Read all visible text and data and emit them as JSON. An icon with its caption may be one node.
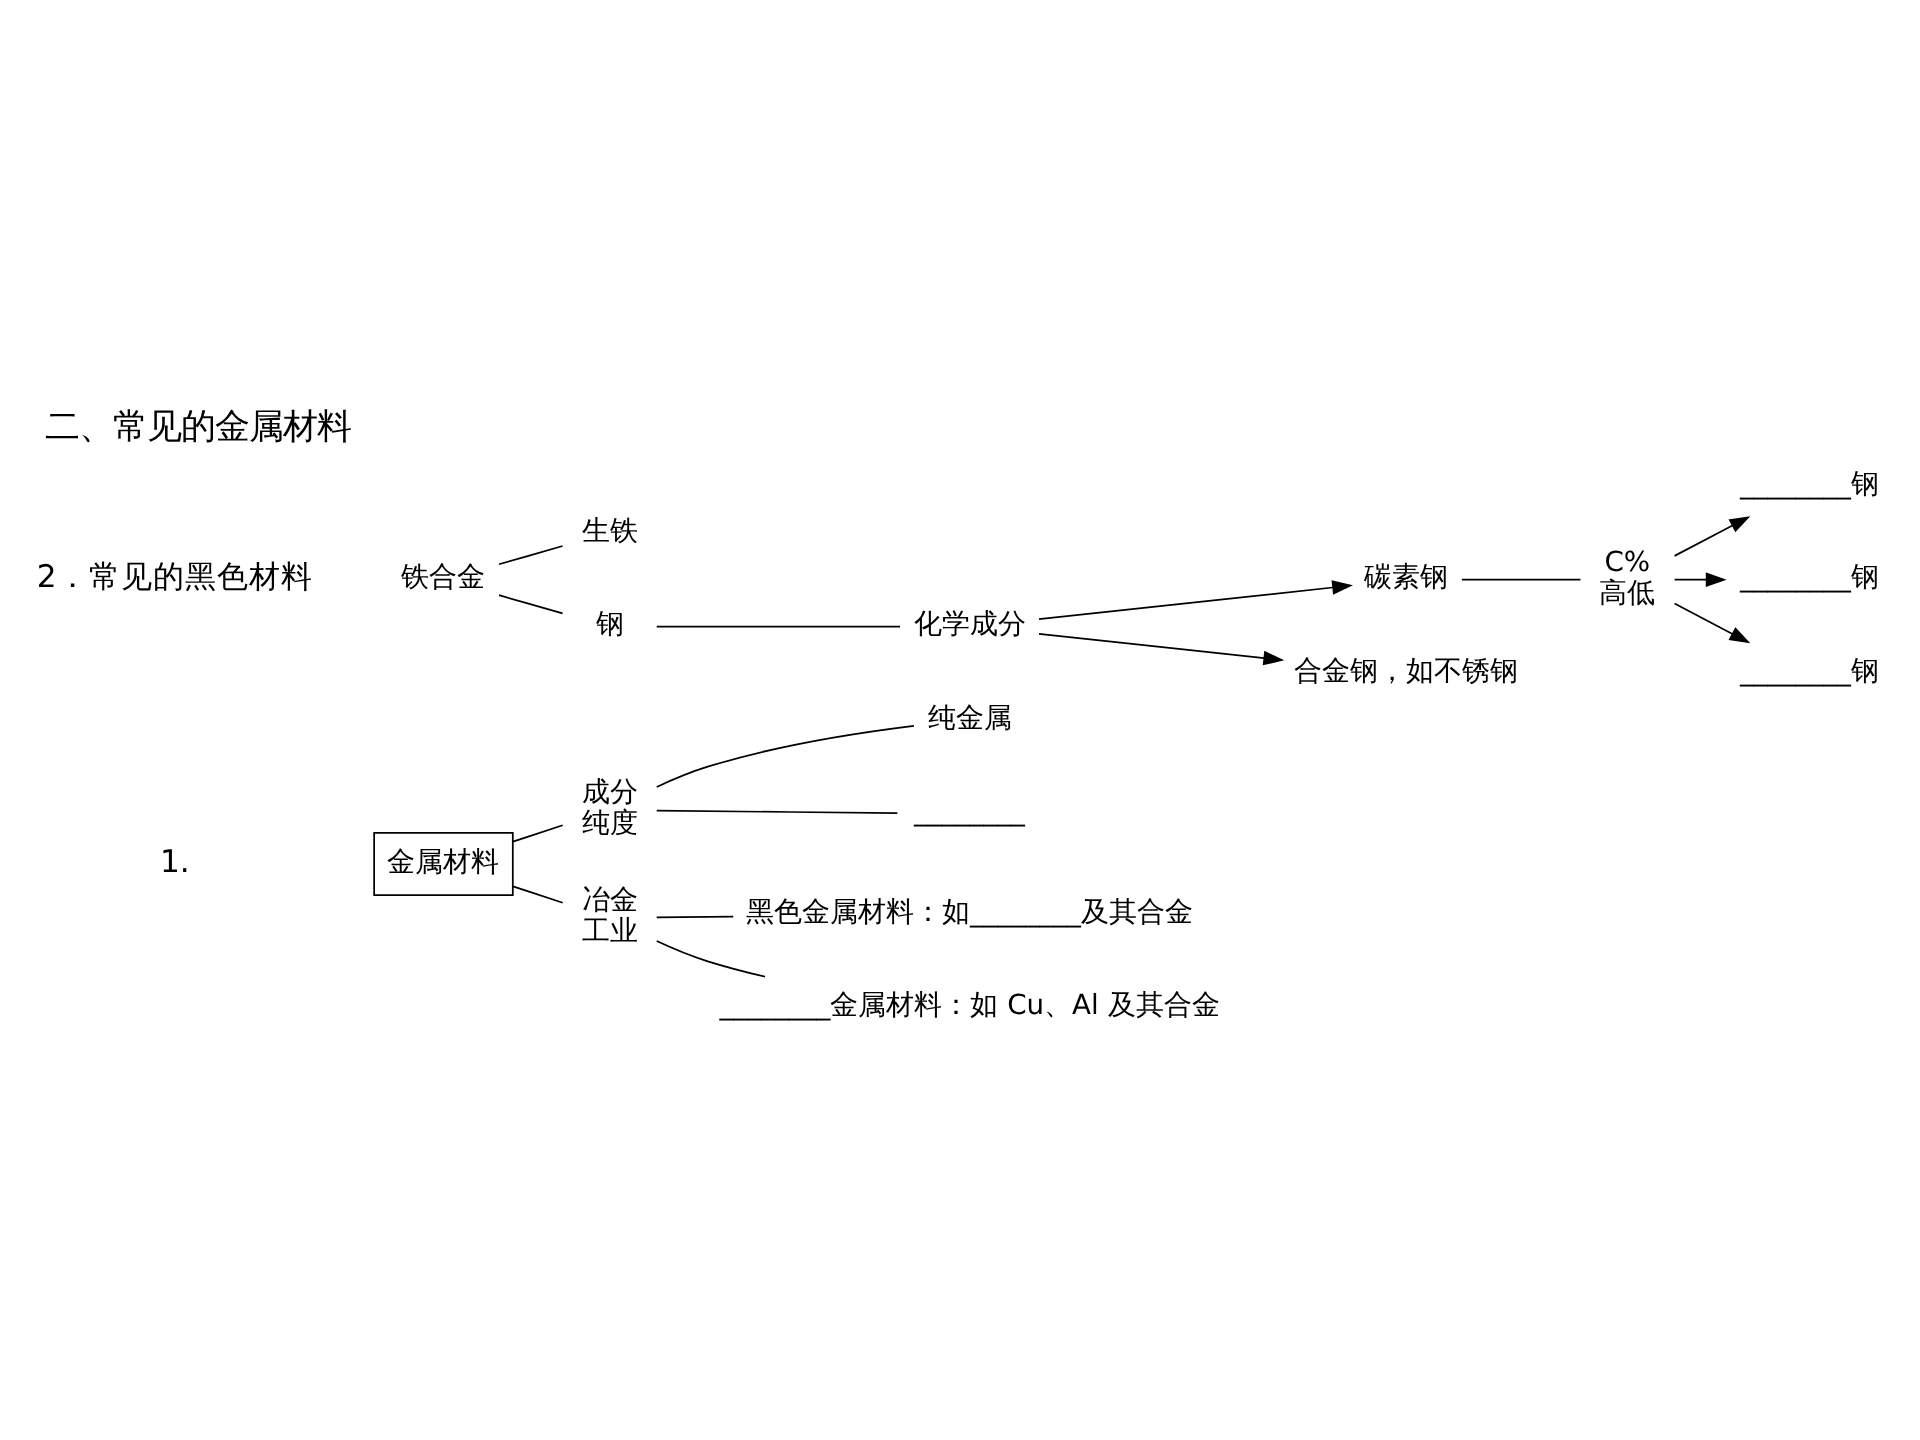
{
  "diagram": {
    "title": "二、常见的金属材料",
    "nodes": [
      {
        "text": [
          "金属材料"
        ]
      },
      {
        "text": [
          "成分",
          "纯度"
        ]
      },
      {
        "text": [
          "纯金属"
        ]
      },
      {
        "text": [
          "________"
        ]
      },
      {
        "text": [
          "冶金",
          "工业"
        ]
      },
      {
        "text": [
          "黑色金属材料：如________及其合金"
        ]
      },
      {
        "text": [
          "________金属材料：如 Cu、Al 及其合金"
        ]
      },
      {
        "text": [
          "铁合金"
        ]
      },
      {
        "text": [
          "生铁"
        ]
      },
      {
        "text": [
          "钢"
        ]
      },
      {
        "text": [
          "化学成分"
        ]
      },
      {
        "text": [
          "碳素钢"
        ]
      },
      {
        "text": [
          "合金钢，如不锈钢"
        ]
      },
      {
        "text": [
          "C%",
          "高低"
        ]
      },
      {
        "text": [
          "________钢"
        ]
      },
      {
        "text": [
          "________钢"
        ]
      },
      {
        "text": [
          "________钢"
        ]
      }
    ],
    "edges": [
      {
        "from": 0,
        "to": 1,
        "arrow": "none"
      },
      {
        "from": 1,
        "to": 2,
        "arrow": "none"
      },
      {
        "from": 1,
        "to": 3,
        "arrow": "none"
      },
      {
        "from": 0,
        "to": 4,
        "arrow": "none"
      },
      {
        "from": 4,
        "to": 5,
        "arrow": "none"
      },
      {
        "from": 4,
        "to": 6,
        "arrow": "none"
      },
      {
        "from": 7,
        "to": 8,
        "arrow": "none"
      },
      {
        "from": 7,
        "to": 9,
        "arrow": "none"
      },
      {
        "from": 9,
        "to": 10,
        "arrow": "none"
      },
      {
        "from": 10,
        "to": 11,
        "arrow": "to"
      },
      {
        "from": 10,
        "to": 12,
        "arrow": "to"
      },
      {
        "from": 11,
        "to": 13,
        "arrow": "none"
      },
      {
        "from": 13,
        "to": 14,
        "arrow": "to"
      },
      {
        "from": 13,
        "to": 15,
        "arrow": "to"
      },
      {
        "from": 13,
        "to": 16,
        "arrow": "to"
      }
    ],
    "labels": [
      "1.",
      "2．常见的黑色材料"
    ]
  }
}
